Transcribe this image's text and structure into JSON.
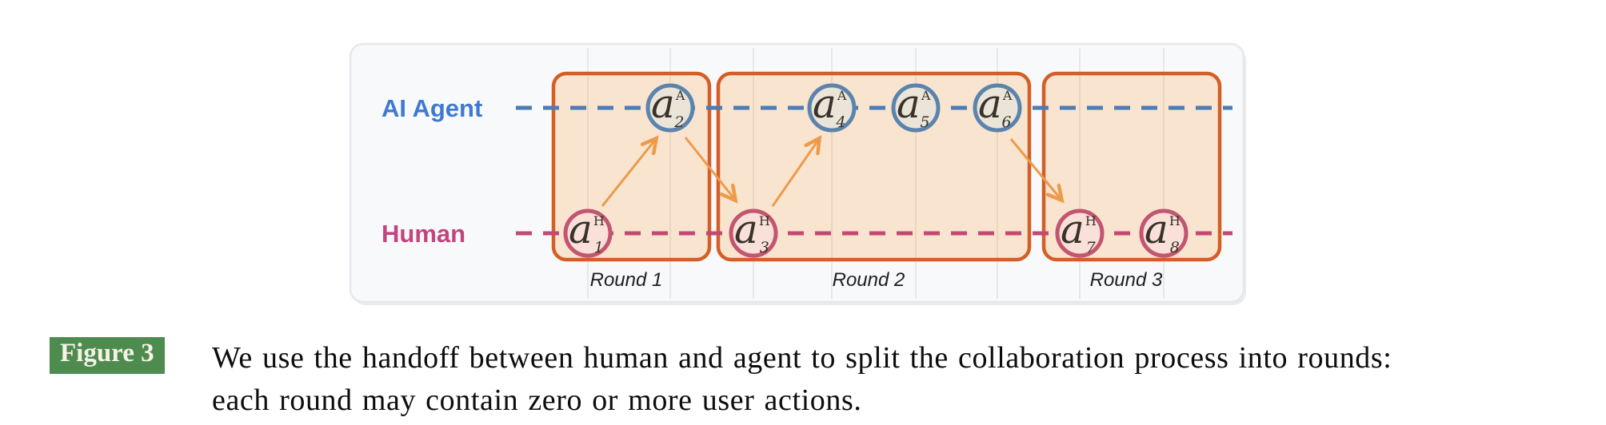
{
  "figure": {
    "label": "Figure 3",
    "caption_lines": [
      "We use the handoff between human and agent to split the collaboration process into rounds:",
      "each round may contain zero or more user actions."
    ]
  },
  "diagram": {
    "lanes": [
      {
        "id": "ai",
        "label": "AI Agent"
      },
      {
        "id": "human",
        "label": "Human"
      }
    ],
    "rounds": [
      {
        "label": "Round 1"
      },
      {
        "label": "Round 2"
      },
      {
        "label": "Round 3"
      }
    ],
    "nodes": [
      {
        "id": "a1",
        "base": "a",
        "sub": "1",
        "sup": "H",
        "lane": "human"
      },
      {
        "id": "a2",
        "base": "a",
        "sub": "2",
        "sup": "A",
        "lane": "ai"
      },
      {
        "id": "a3",
        "base": "a",
        "sub": "3",
        "sup": "H",
        "lane": "human"
      },
      {
        "id": "a4",
        "base": "a",
        "sub": "4",
        "sup": "A",
        "lane": "ai"
      },
      {
        "id": "a5",
        "base": "a",
        "sub": "5",
        "sup": "A",
        "lane": "ai"
      },
      {
        "id": "a6",
        "base": "a",
        "sub": "6",
        "sup": "A",
        "lane": "ai"
      },
      {
        "id": "a7",
        "base": "a",
        "sub": "7",
        "sup": "H",
        "lane": "human"
      },
      {
        "id": "a8",
        "base": "a",
        "sub": "8",
        "sup": "H",
        "lane": "human"
      }
    ],
    "handoffs": [
      {
        "from": "a1",
        "to": "a2"
      },
      {
        "from": "a2",
        "to": "a3"
      },
      {
        "from": "a3",
        "to": "a4"
      },
      {
        "from": "a6",
        "to": "a7"
      }
    ],
    "colors": {
      "panel_fill": "#f8f9fb",
      "panel_stroke": "#e6e8ed",
      "panel_shadow": "#e9ebef",
      "round_fill": "#f8e4cf",
      "round_stroke": "#d35f27",
      "ai_label": "#3f7ad1",
      "ai_line": "#4d7cb5",
      "human_label": "#c4447d",
      "human_line": "#c14a73",
      "node_ai_fill": "#eae5d8",
      "node_ai_stroke": "#5b84ad",
      "node_human_fill": "#f9e0d8",
      "node_human_stroke": "#c25570",
      "arrow": "#ec9b4b",
      "badge_bg": "#4e8b4f",
      "badge_text": "#f6f2e6"
    }
  }
}
